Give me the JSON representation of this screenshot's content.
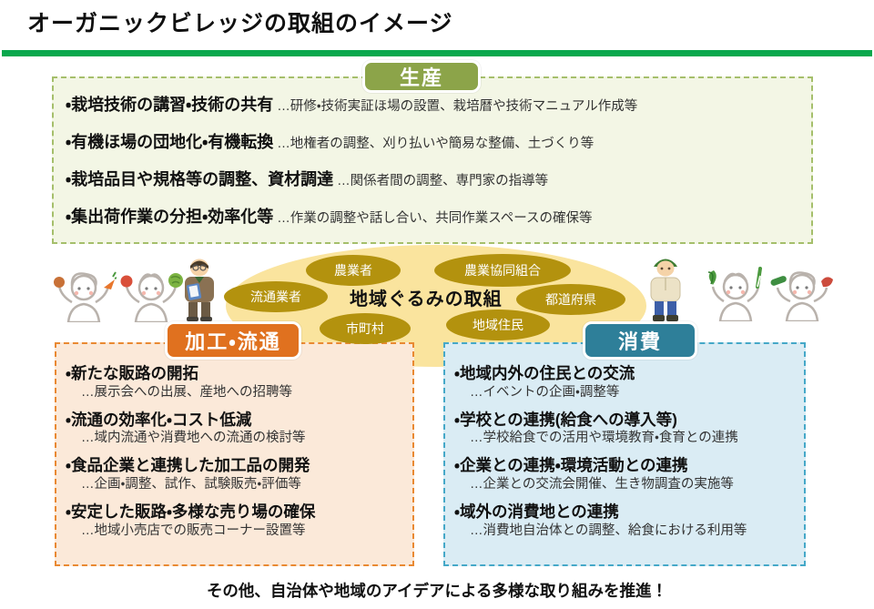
{
  "title": "オーガニックビレッジの取組のイメージ",
  "colors": {
    "title_underline": "#0aa84d",
    "production_accent": "#8ca449",
    "production_bg": "#f3f6e5",
    "processing_accent": "#e0711f",
    "processing_bg": "#fbe9d9",
    "consumption_accent": "#2e7f99",
    "consumption_bg": "#daecf4",
    "community_ellipse": "#fae49e",
    "stakeholder_pill": "#b3920e"
  },
  "production": {
    "label": "生産",
    "items": [
      {
        "head": "・栽培技術の講習・技術の共有",
        "detail": "…研修・技術実証ほ場の設置、栽培暦や技術マニュアル作成等"
      },
      {
        "head": "・有機ほ場の団地化・有機転換",
        "detail": "…地権者の調整、刈り払いや簡易な整備、土づくり等"
      },
      {
        "head": "・栽培品目や規格等の調整、資材調達",
        "detail": "…関係者間の調整、専門家の指導等"
      },
      {
        "head": "・集出荷作業の分担・効率化等",
        "detail": "…作業の調整や話し合い、共同作業スペースの確保等"
      }
    ]
  },
  "community": {
    "center_label": "地域ぐるみの取組",
    "stakeholders": [
      "農業者",
      "農業協同組合",
      "流通業者",
      "都道府県",
      "市町村",
      "地域住民"
    ]
  },
  "processing": {
    "label": "加工・流通",
    "items": [
      {
        "head": "・新たな販路の開拓",
        "detail": "…展示会への出展、産地への招聘等"
      },
      {
        "head": "・流通の効率化・コスト低減",
        "detail": "…域内流通や消費地への流通の検討等"
      },
      {
        "head": "・食品企業と連携した加工品の開発",
        "detail": "…企画・調整、試作、試験販売・評価等"
      },
      {
        "head": "・安定した販路・多様な売り場の確保",
        "detail": "…地域小売店での販売コーナー設置等"
      }
    ]
  },
  "consumption": {
    "label": "消費",
    "items": [
      {
        "head": "・地域内外の住民との交流",
        "detail": "…イベントの企画・調整等"
      },
      {
        "head": "・学校との連携(給食への導入等)",
        "detail": "…学校給食での活用や環境教育・食育との連携"
      },
      {
        "head": "・企業との連携・環境活動との連携",
        "detail": "…企業との交流会開催、生き物調査の実施等"
      },
      {
        "head": "・域外の消費地との連携",
        "detail": "…消費地自治体との調整、給食における利用等"
      }
    ]
  },
  "footer": "その他、自治体や地域のアイデアによる多様な取り組みを推進！",
  "illustrations": {
    "left": [
      "woman-with-vegetables-icon",
      "man-with-vegetables-icon",
      "farmer-with-clipboard-icon"
    ],
    "right": [
      "farmer-standing-icon",
      "person-with-greens-icon",
      "person-with-vegetables-icon"
    ]
  }
}
